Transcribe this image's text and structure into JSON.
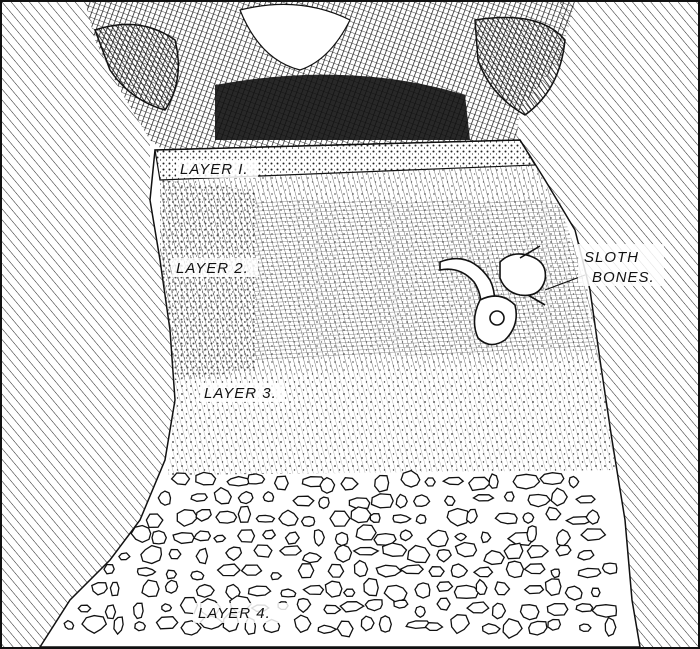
{
  "labels": {
    "layer1": "LAYER I.",
    "layer2": "LAYER 2.",
    "layer3": "LAYER 3.",
    "layer4": "LAYER 4.",
    "sloth_line1": "SLOTH",
    "sloth_line2": "BONES."
  },
  "colors": {
    "ink": "#111111",
    "paper": "#ffffff"
  }
}
